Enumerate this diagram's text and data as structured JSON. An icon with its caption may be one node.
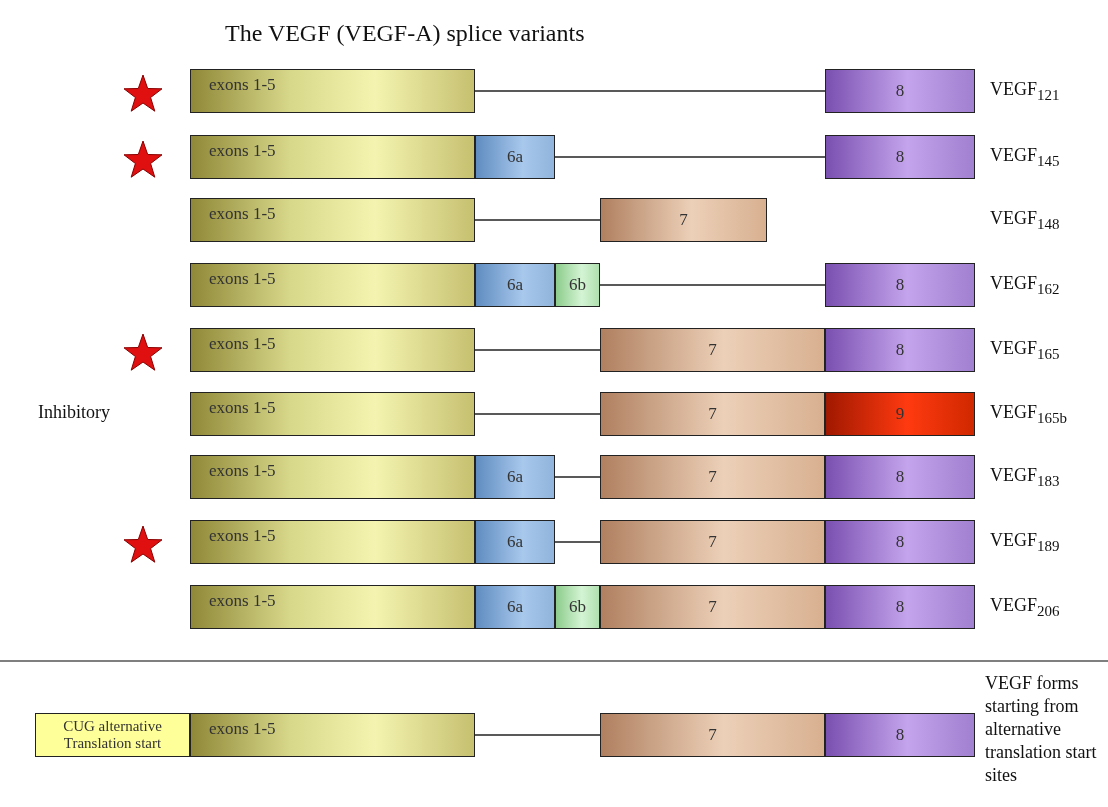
{
  "diagram": {
    "title": "The VEGF (VEGF-A) splice variants",
    "nodes": [
      {
        "text": [
          "exons 1-5"
        ]
      },
      {
        "text": [
          "8"
        ]
      },
      {
        "text": [
          "exons 1-5"
        ]
      },
      {
        "text": [
          "6a"
        ]
      },
      {
        "text": [
          "8"
        ]
      },
      {
        "text": [
          "exons 1-5"
        ]
      },
      {
        "text": [
          "7"
        ]
      },
      {
        "text": [
          "exons 1-5"
        ]
      },
      {
        "text": [
          "6a"
        ]
      },
      {
        "text": [
          "6b"
        ]
      },
      {
        "text": [
          "8"
        ]
      },
      {
        "text": [
          "exons 1-5"
        ]
      },
      {
        "text": [
          "7"
        ]
      },
      {
        "text": [
          "8"
        ]
      },
      {
        "text": [
          "exons 1-5"
        ]
      },
      {
        "text": [
          "7"
        ]
      },
      {
        "text": [
          "9"
        ]
      },
      {
        "text": [
          "exons 1-5"
        ]
      },
      {
        "text": [
          "6a"
        ]
      },
      {
        "text": [
          "7"
        ]
      },
      {
        "text": [
          "8"
        ]
      },
      {
        "text": [
          "exons 1-5"
        ]
      },
      {
        "text": [
          "6a"
        ]
      },
      {
        "text": [
          "7"
        ]
      },
      {
        "text": [
          "8"
        ]
      },
      {
        "text": [
          "exons 1-5"
        ]
      },
      {
        "text": [
          "6a"
        ]
      },
      {
        "text": [
          "6b"
        ]
      },
      {
        "text": [
          "7"
        ]
      },
      {
        "text": [
          "8"
        ]
      },
      {
        "text": [
          "CUG alternative Translation start"
        ]
      },
      {
        "text": [
          "exons 1-5"
        ]
      },
      {
        "text": [
          "7"
        ]
      },
      {
        "text": [
          "8"
        ]
      }
    ],
    "edges": [
      {
        "from": 0,
        "to": 1,
        "arrow": "none"
      },
      {
        "from": 3,
        "to": 4,
        "arrow": "none"
      },
      {
        "from": 5,
        "to": 6,
        "arrow": "none"
      },
      {
        "from": 9,
        "to": 10,
        "arrow": "none"
      },
      {
        "from": 11,
        "to": 12,
        "arrow": "none"
      },
      {
        "from": 14,
        "to": 15,
        "arrow": "none"
      },
      {
        "from": 18,
        "to": 19,
        "arrow": "none"
      },
      {
        "from": 22,
        "to": 23,
        "arrow": "none"
      },
      {
        "from": 31,
        "to": 32,
        "arrow": "none"
      }
    ],
    "labels": [
      "VEGF$_{121}$",
      "VEGF$_{145}$",
      "VEGF$_{148}$",
      "VEGF$_{162}$",
      "VEGF$_{165}$",
      "Inhibitory",
      "VEGF$_{165b}$",
      "VEGF$_{183}$",
      "VEGF$_{189}$",
      "VEGF$_{206}$",
      "VEGF forms starting from alternative translation start sites"
    ]
  }
}
